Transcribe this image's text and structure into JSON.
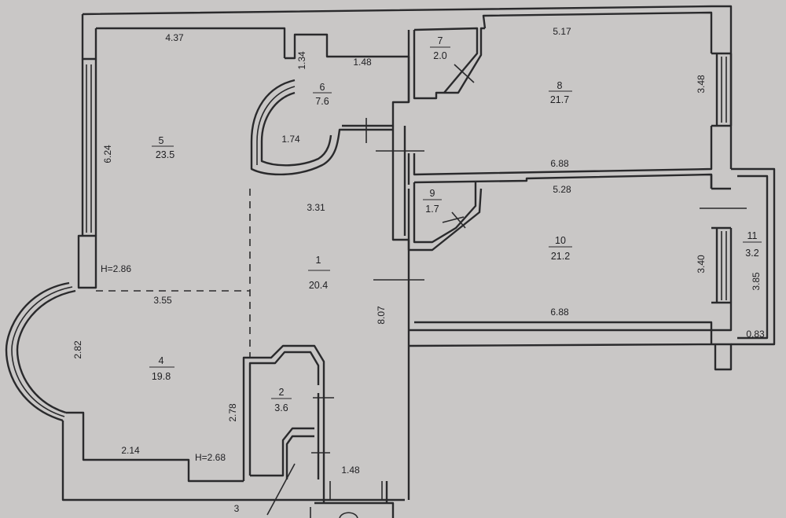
{
  "rooms": [
    {
      "id": "room-5",
      "number": "5",
      "area": "23.5"
    },
    {
      "id": "room-6",
      "number": "6",
      "area": "7.6"
    },
    {
      "id": "room-7",
      "number": "7",
      "area": "2.0"
    },
    {
      "id": "room-8",
      "number": "8",
      "area": "21.7"
    },
    {
      "id": "room-9",
      "number": "9",
      "area": "1.7"
    },
    {
      "id": "room-10",
      "number": "10",
      "area": "21.2"
    },
    {
      "id": "room-11",
      "number": "11",
      "area": "3.2"
    },
    {
      "id": "room-1",
      "number": "1",
      "area": "20.4"
    },
    {
      "id": "room-4",
      "number": "4",
      "area": "19.8"
    },
    {
      "id": "room-2",
      "number": "2",
      "area": "3.6"
    }
  ],
  "labels": {
    "room3": "3",
    "height_a": "H=2.86",
    "height_b": "H=2.68"
  },
  "dimensions": [
    "4.37",
    "1.34",
    "1.48",
    "5.17",
    "6.24",
    "1.74",
    "3.48",
    "6.88",
    "5.28",
    "3.31",
    "3.40",
    "3.85",
    "3.55",
    "8.07",
    "6.88",
    "0.83",
    "2.82",
    "2.78",
    "2.14",
    "1.48"
  ]
}
